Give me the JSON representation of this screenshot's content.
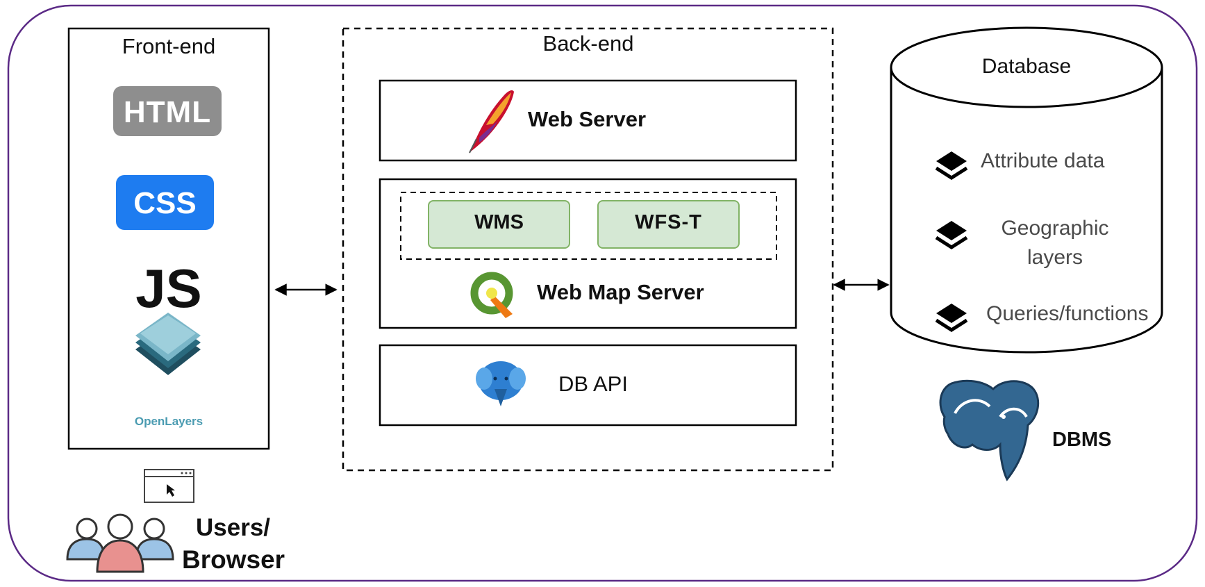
{
  "frontend": {
    "title": "Front-end",
    "html_badge": "HTML",
    "css_badge": "CSS",
    "js_logo": "JS",
    "openlayers_label": "OpenLayers"
  },
  "backend": {
    "title": "Back-end",
    "web_server": "Web Server",
    "wms": "WMS",
    "wfs": "WFS-T",
    "web_map_server": "Web Map Server",
    "db_api": "DB API"
  },
  "database": {
    "title": "Database",
    "items": [
      "Attribute data",
      "Geographic layers",
      "Queries/functions"
    ],
    "dbms": "DBMS"
  },
  "users": {
    "line1": "Users/",
    "line2": "Browser"
  },
  "icons": {
    "apache": "apache-feather-icon",
    "qgis": "qgis-icon",
    "postgres": "postgresql-elephant-icon",
    "layers": "layers-icon",
    "users": "users-group-icon",
    "browser": "browser-window-icon"
  },
  "colors": {
    "outer_border": "#5b2a86",
    "html_badge": "#8e8e8e",
    "css_badge": "#1e7cf0",
    "service_fill": "#d5e8d4",
    "service_border": "#82b366",
    "postgres_blue": "#336791",
    "user_pink": "#e8918f",
    "user_blue": "#9cc3e6"
  }
}
